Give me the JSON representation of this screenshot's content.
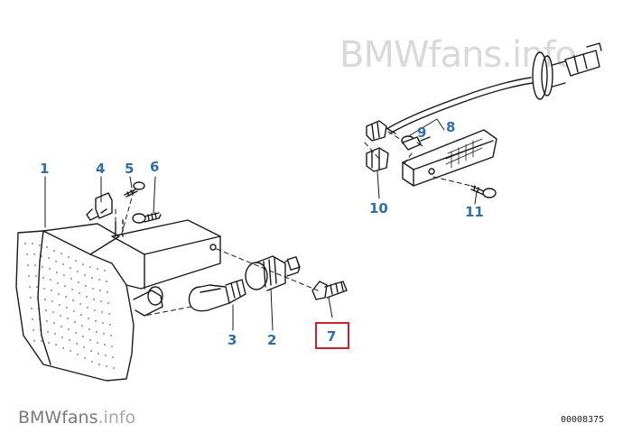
{
  "watermark": {
    "main": "BMWfans.info",
    "bottom_brand": "BMWfans",
    "bottom_tld": ".info"
  },
  "drawing_number": "00008375",
  "callouts": [
    "1",
    "2",
    "3",
    "4",
    "5",
    "6",
    "7",
    "8",
    "9",
    "10",
    "11"
  ],
  "highlighted_callout": "7",
  "colors": {
    "callout": "#2f6fa6",
    "highlight": "#c8252b",
    "line_art": "#1a1a1a",
    "watermark": "#d9d9d9"
  }
}
